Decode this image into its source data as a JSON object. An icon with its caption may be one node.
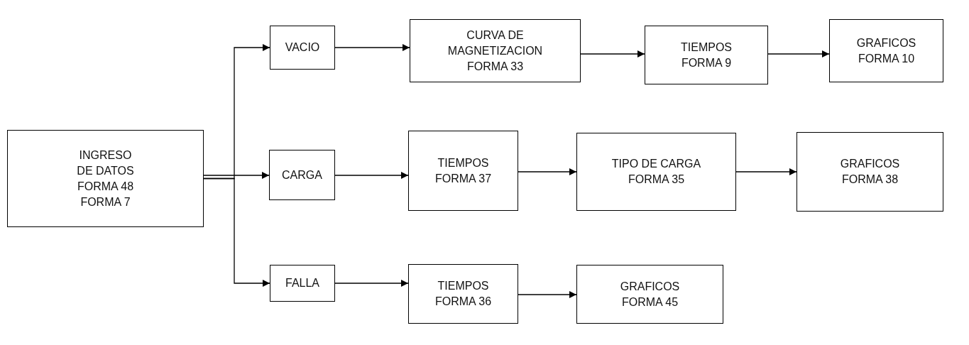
{
  "diagram": {
    "nodes": [
      {
        "text": [
          "INGRESO DE DATOS FORMA 48 FORMA 7"
        ]
      },
      {
        "text": [
          "VACIO"
        ]
      },
      {
        "text": [
          "CURVA DE MAGNETIZACION FORMA 33"
        ]
      },
      {
        "text": [
          "TIEMPOS FORMA 9"
        ]
      },
      {
        "text": [
          "GRAFICOS FORMA 10"
        ]
      },
      {
        "text": [
          "CARGA"
        ]
      },
      {
        "text": [
          "TIEMPOS FORMA 37"
        ]
      },
      {
        "text": [
          "TIPO DE CARGA FORMA 35"
        ]
      },
      {
        "text": [
          "GRAFICOS FORMA 38"
        ]
      },
      {
        "text": [
          "FALLA"
        ]
      },
      {
        "text": [
          "TIEMPOS FORMA 36"
        ]
      },
      {
        "text": [
          "GRAFICOS FORMA 45"
        ]
      }
    ],
    "edges": [
      {
        "from": 0,
        "to": 1,
        "arrow": "to"
      },
      {
        "from": 0,
        "to": 5,
        "arrow": "to"
      },
      {
        "from": 0,
        "to": 9,
        "arrow": "to"
      },
      {
        "from": 1,
        "to": 2,
        "arrow": "to"
      },
      {
        "from": 2,
        "to": 3,
        "arrow": "to"
      },
      {
        "from": 3,
        "to": 4,
        "arrow": "to"
      },
      {
        "from": 5,
        "to": 6,
        "arrow": "to"
      },
      {
        "from": 6,
        "to": 7,
        "arrow": "to"
      },
      {
        "from": 7,
        "to": 8,
        "arrow": "to"
      },
      {
        "from": 9,
        "to": 10,
        "arrow": "to"
      },
      {
        "from": 10,
        "to": 11,
        "arrow": "to"
      }
    ]
  }
}
